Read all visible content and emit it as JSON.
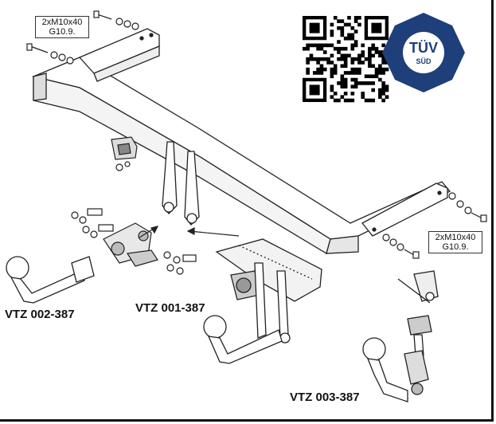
{
  "spec_labels": {
    "left": {
      "line1": "2xM10x40",
      "line2": "G10.9."
    },
    "right": {
      "line1": "2xM10x40",
      "line2": "G10.9."
    }
  },
  "models": {
    "left": "VTZ 002-387",
    "center": "VTZ 001-387",
    "bottom": "VTZ 003-387"
  },
  "certification": {
    "main": "TÜV",
    "sub": "SÜD",
    "color": "#1f3f7a"
  },
  "qr_code": {
    "icon": "qr-code-icon"
  },
  "colors": {
    "line": "#222222",
    "fill": "#ffffff",
    "shade": "#cfcfcf"
  }
}
